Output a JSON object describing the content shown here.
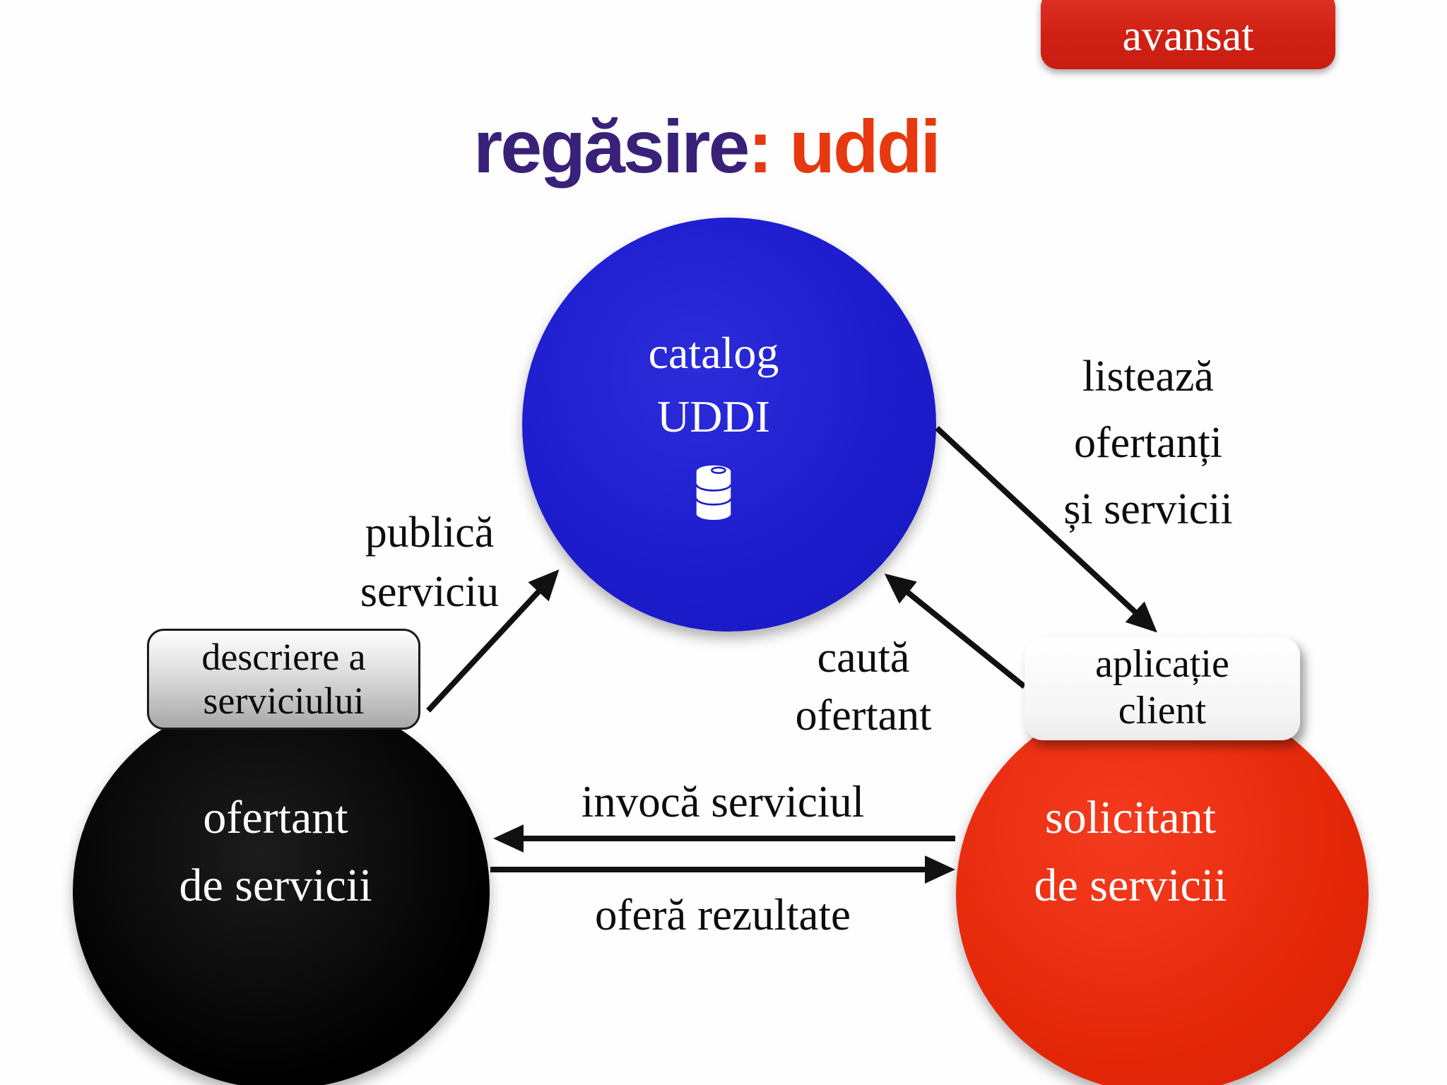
{
  "badge": {
    "label": "avansat"
  },
  "title": {
    "part1": "regăsire",
    "part2": ": uddi"
  },
  "nodes": {
    "catalog": {
      "line1": "catalog",
      "line2": "UDDI"
    },
    "provider": {
      "line1": "ofertant",
      "line2": "de servicii"
    },
    "requester": {
      "line1": "solicitant",
      "line2": "de servicii"
    }
  },
  "callouts": {
    "description": {
      "line1": "descriere a",
      "line2": "serviciului"
    },
    "client_app": {
      "line1": "aplicație",
      "line2": "client"
    }
  },
  "edges": {
    "publish": {
      "line1": "publică",
      "line2": "serviciu"
    },
    "list": {
      "line1": "listează",
      "line2": "ofertanți",
      "line3": "și servicii"
    },
    "search": {
      "line1": "caută",
      "line2": "ofertant"
    },
    "invoke": {
      "label": "invocă serviciul"
    },
    "results": {
      "label": "oferă rezultate"
    }
  },
  "icons": {
    "database": "database-icon"
  },
  "colors": {
    "blue_node": "#1d1dce",
    "black_node": "#000000",
    "red_node": "#e32608",
    "badge_red": "#d02114",
    "title_primary": "#392179",
    "title_accent": "#e6390f",
    "arrow": "#111111",
    "gray_callout": "#a8a8a8"
  }
}
